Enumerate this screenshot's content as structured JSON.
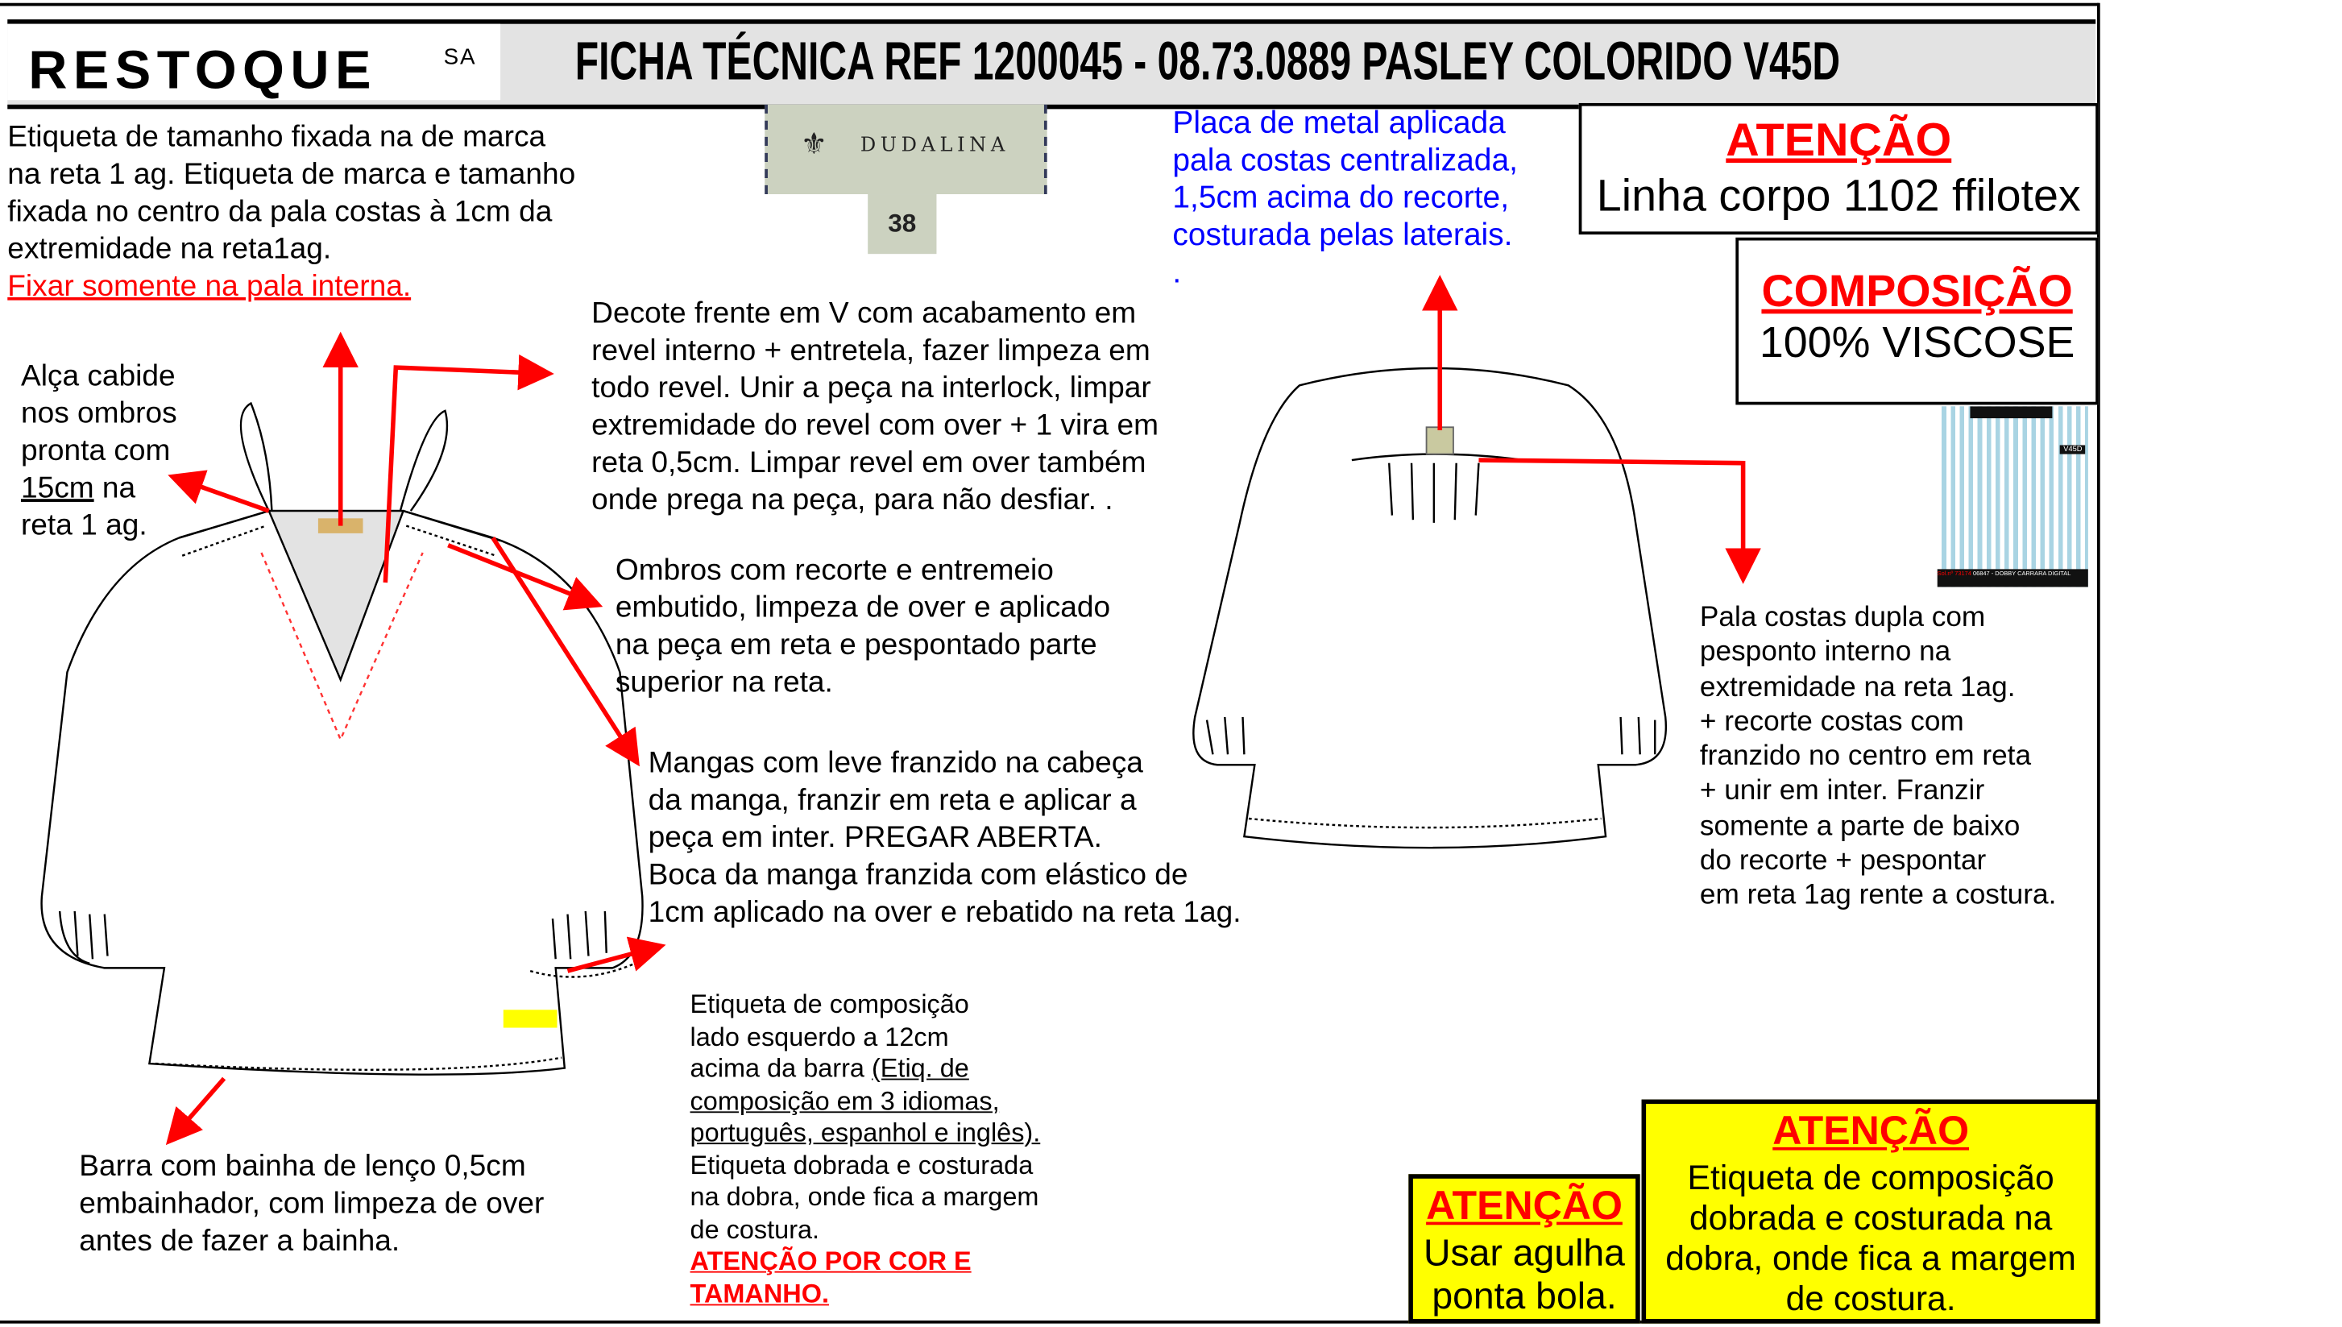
{
  "header": {
    "logo": "RESTOQUE",
    "logo_suffix": "SA",
    "title": "FICHA TÉCNICA REF 1200045 - 08.73.0889 PASLEY COLORIDO V45D"
  },
  "label": {
    "brand": "DUDALINA",
    "size": "38"
  },
  "notes": {
    "etiqueta_tamanho": [
      "Etiqueta de tamanho fixada na de marca",
      "na reta 1 ag. Etiqueta de marca e tamanho",
      "fixada no centro da pala costas à 1cm da",
      "extremidade na reta1ag."
    ],
    "etiqueta_tamanho_red": "Fixar somente na pala interna.",
    "placa_metal": [
      "Placa de metal aplicada",
      "pala costas centralizada,",
      "1,5cm acima do recorte,",
      "costurada pelas laterais.",
      "."
    ],
    "decote": [
      "Decote frente em V com acabamento em",
      "revel interno + entretela, fazer limpeza em",
      " todo revel. Unir a peça na interlock, limpar",
      "extremidade do revel com over + 1 vira em",
      "reta 0,5cm. Limpar revel em over também",
      "onde prega na peça, para não desfiar. ."
    ],
    "alca": [
      "Alça cabide",
      "nos ombros",
      "pronta com"
    ],
    "alca_u": "15cm",
    "alca_rest": [
      " na",
      "reta 1 ag."
    ],
    "ombros": [
      "Ombros com recorte e entremeio",
      "embutido, limpeza de over e aplicado",
      "na peça em reta e pespontado parte",
      " superior na reta."
    ],
    "mangas": [
      "Mangas com leve franzido na cabeça",
      "da manga, franzir em reta e aplicar a",
      "peça em inter. PREGAR ABERTA.",
      "Boca da manga franzida com elástico de",
      "1cm aplicado na over e rebatido na reta 1ag."
    ],
    "pala": [
      "Pala costas dupla com",
      "pesponto interno na",
      "extremidade  na reta 1ag.",
      "+ recorte costas com",
      "franzido no centro em reta",
      "+ unir em inter. Franzir",
      "somente a parte de baixo",
      "do recorte + pespontar",
      "em reta 1ag rente a costura."
    ],
    "barra": [
      "Barra com bainha de lenço 0,5cm",
      "embainhador, com limpeza de over",
      " antes de fazer a bainha."
    ],
    "etiq_comp": [
      "Etiqueta de composição",
      "lado esquerdo a 12cm",
      "acima da barra "
    ],
    "etiq_comp_u": [
      "(Etiq. de",
      "composição em 3 idiomas,",
      "português, espanhol e inglês)."
    ],
    "etiq_comp_2": [
      "Etiqueta dobrada e costurada",
      "na dobra, onde fica a margem",
      "de costura."
    ],
    "etiq_comp_red": [
      "ATENÇÃO POR COR E",
      "TAMANHO."
    ]
  },
  "boxes": {
    "linha": {
      "title": "ATENÇÃO",
      "text": "Linha corpo 1102 ffilotex"
    },
    "composicao": {
      "title": "COMPOSIÇÃO",
      "text": "100% VISCOSE"
    },
    "agulha": {
      "title": "ATENÇÃO",
      "lines": [
        "Usar agulha",
        "ponta bola."
      ]
    },
    "etiqueta": {
      "title": "ATENÇÃO",
      "lines": [
        "Etiqueta de composição",
        "dobrada e costurada na",
        "dobra, onde fica a margem",
        "de costura."
      ]
    }
  },
  "swatch": {
    "code": "V45D",
    "sol": "Sol.nº 73174",
    "name": "06847 - DOBBY CARRARA DIGITAL"
  },
  "colors": {
    "red": "#ff0000",
    "blue": "#0000ff",
    "yellow": "#ffff00",
    "header_bg": "#e3e3e3",
    "label_bg": "#ccd2c0"
  }
}
